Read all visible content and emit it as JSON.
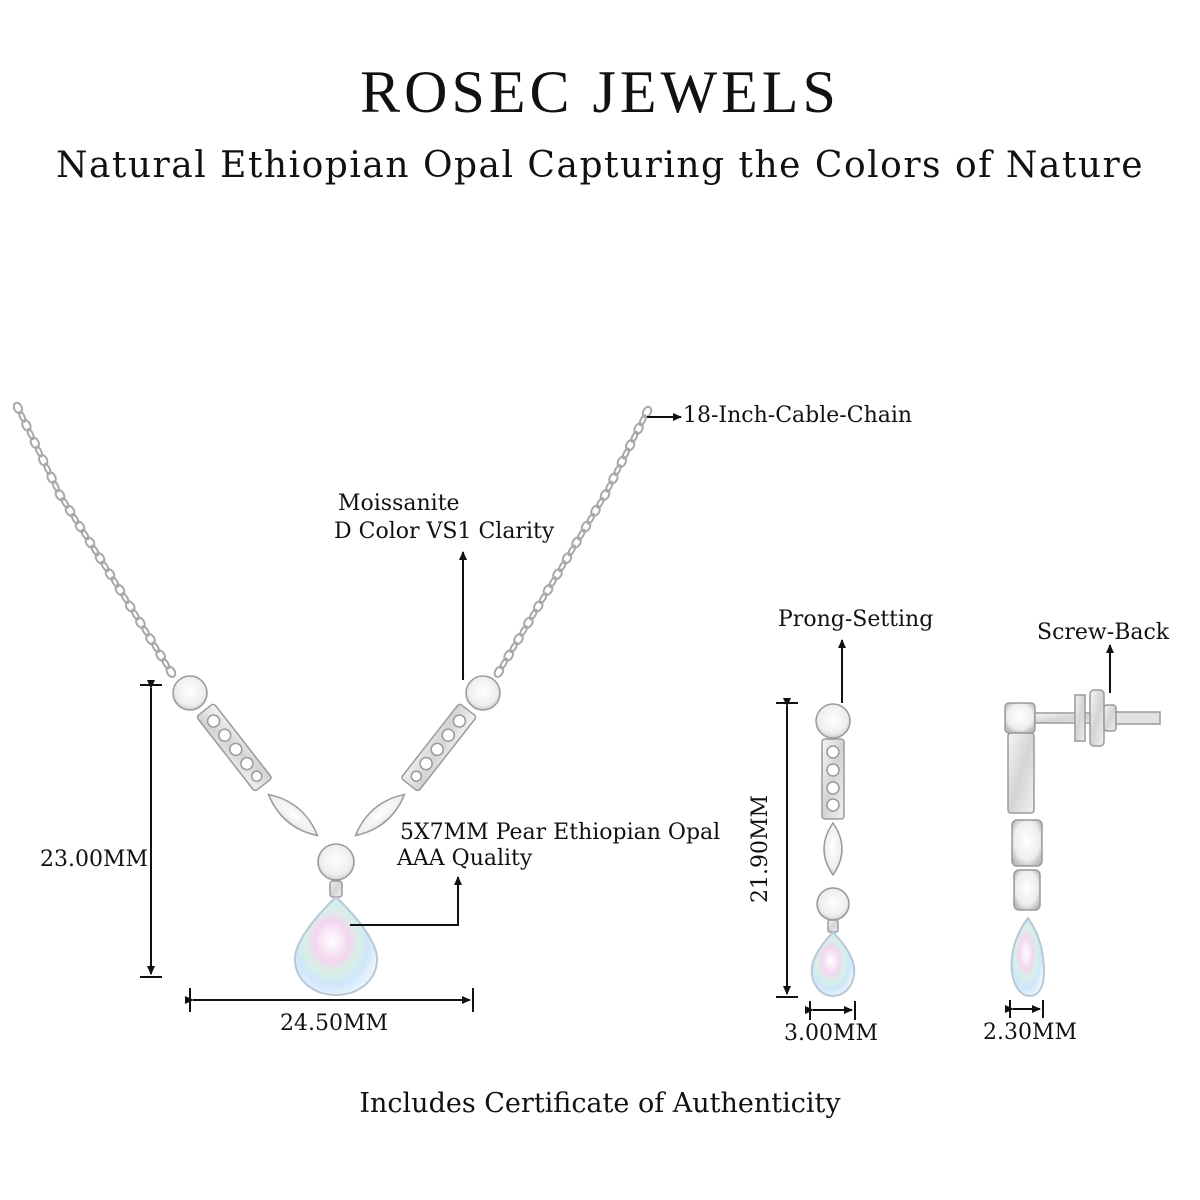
{
  "brand": {
    "name": "ROSEC JEWELS"
  },
  "tagline": "Natural Ethiopian Opal Capturing the Colors of Nature",
  "necklace": {
    "chain_label": "18-Inch-Cable-Chain",
    "side_stone_label_line1": "Moissanite",
    "side_stone_label_line2": "D Color VS1 Clarity",
    "center_stone_label_line1": "5X7MM Pear  Ethiopian Opal",
    "center_stone_label_line2": "AAA Quality",
    "height_label": "23.00MM",
    "width_label": "24.50MM"
  },
  "earring_front": {
    "setting_label": "Prong-Setting",
    "height_label": "21.90MM",
    "width_label": "3.00MM"
  },
  "earring_side": {
    "back_label": "Screw-Back",
    "width_label": "2.30MM"
  },
  "footer": "Includes Certificate of Authenticity",
  "colors": {
    "metal": "#dcdcdc",
    "metal_edge": "#9a9a9a",
    "ink": "#111111",
    "opal": "#e7f4fb"
  }
}
